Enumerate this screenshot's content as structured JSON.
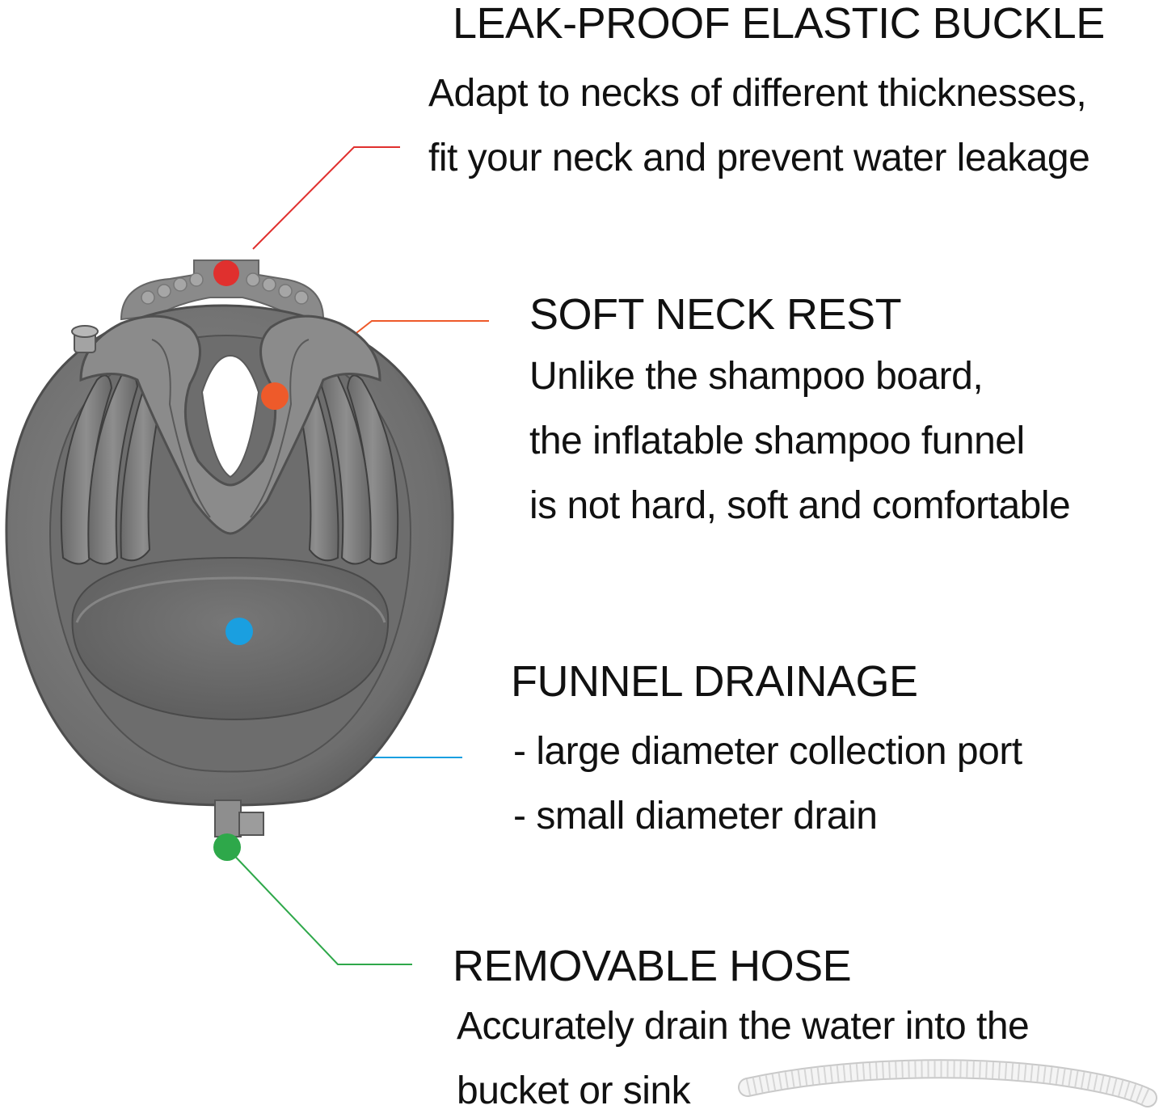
{
  "features": [
    {
      "id": "buckle",
      "title": "LEAK-PROOF ELASTIC BUCKLE",
      "lines": [
        "Adapt to necks of different thicknesses,",
        "fit your neck and prevent water leakage"
      ],
      "color": "#e0302e"
    },
    {
      "id": "neck-rest",
      "title": "SOFT NECK REST",
      "lines": [
        "Unlike the shampoo board,",
        "the inflatable shampoo funnel",
        "is not hard, soft and comfortable"
      ],
      "color": "#ee5a2a"
    },
    {
      "id": "drainage",
      "title": "FUNNEL DRAINAGE",
      "lines": [
        "- large diameter collection port",
        "- small diameter drain"
      ],
      "color": "#1a9fe0"
    },
    {
      "id": "hose",
      "title": "REMOVABLE HOSE",
      "lines": [
        "Accurately drain the water into the",
        "bucket or sink"
      ],
      "color": "#2ea84a"
    }
  ],
  "colors": {
    "basin_body": "#7d7d7d",
    "basin_dark": "#5c5c5c",
    "basin_highlight": "#9a9a9a",
    "hose": "#f2f2f2"
  }
}
